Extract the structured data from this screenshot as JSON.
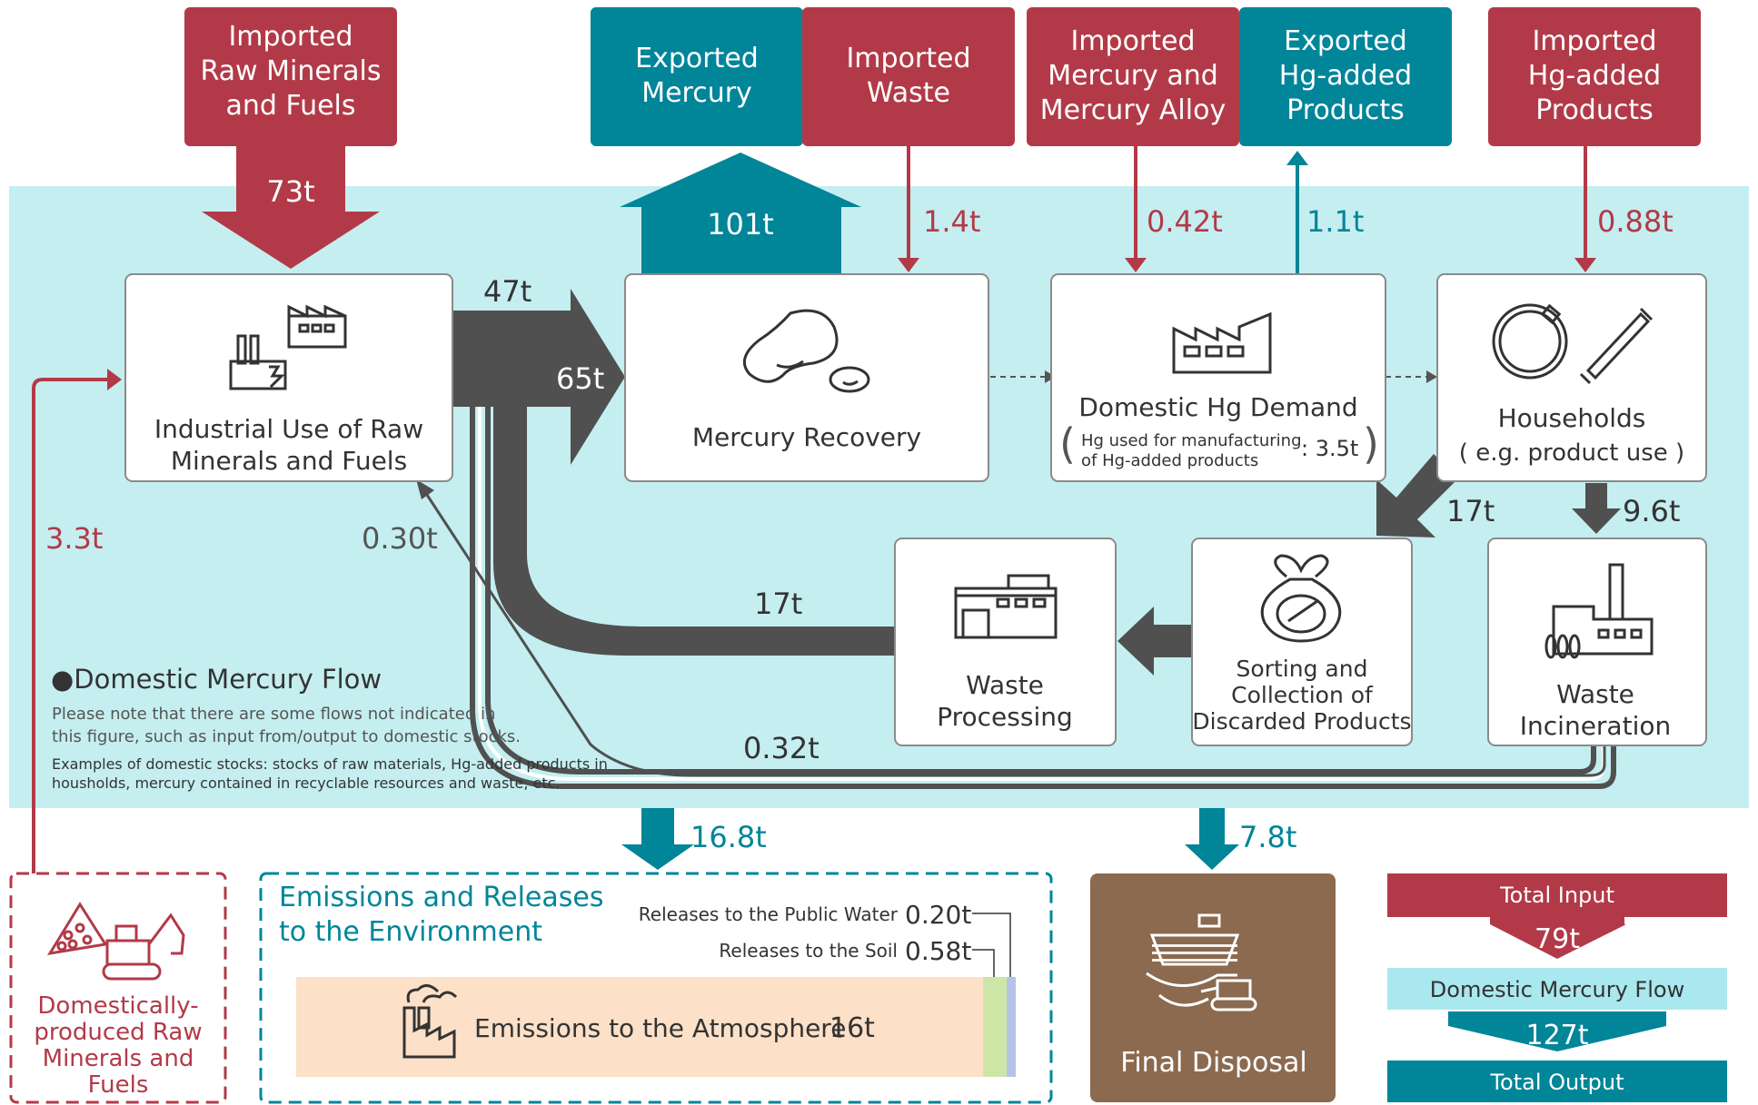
{
  "colors": {
    "import_red": "#b23a48",
    "export_teal": "#008599",
    "domestic_bg": "#c5eef0",
    "flow_dark": "#505050",
    "disposal_brown": "#8b6a4f",
    "atmosphere": "#fde0c8",
    "soil": "#cde6a6",
    "water": "#b6c3e8"
  },
  "top_boxes": {
    "imported_raw": "Imported\nRaw Minerals\nand Fuels",
    "exported_mercury": "Exported\nMercury",
    "imported_waste": "Imported\nWaste",
    "imported_mercury_alloy": "Imported\nMercury and\nMercury Alloy",
    "exported_hg_products": "Exported\nHg-added\nProducts",
    "imported_hg_products": "Imported\nHg-added\nProducts"
  },
  "flows": {
    "imported_raw": "73t",
    "exported_mercury": "101t",
    "imported_waste": "1.4t",
    "imported_alloy": "0.42t",
    "exported_products": "1.1t",
    "imported_products": "0.88t",
    "industrial_to_recovery": "47t",
    "recovery_input": "65t",
    "households_to_sorting": "17t",
    "households_to_incineration": "9.6t",
    "processing_to_recovery": "17t",
    "incineration_to_industrial": "0.30t",
    "incineration_to_recovery": "0.32t",
    "domestic_raw": "3.3t",
    "to_environment": "16.8t",
    "to_disposal": "7.8t"
  },
  "nodes": {
    "industrial": "Industrial Use of Raw\nMinerals and Fuels",
    "recovery": "Mercury Recovery",
    "demand_title": "Domestic Hg Demand",
    "demand_note": "Hg used for manufacturing\nof Hg-added products",
    "demand_value": ": 3.5t",
    "households_title": "Households",
    "households_note": "( e.g. product use )",
    "waste_processing": "Waste\nProcessing",
    "sorting": "Sorting and\nCollection of\nDiscarded Products",
    "incineration": "Waste\nIncineration"
  },
  "legend": {
    "title": "●Domestic Mercury Flow",
    "note": "Please note that there are some flows not indicated in\nthis figure, such as input from/output to domestic stocks.",
    "example": "Examples of domestic stocks: stocks of raw materials, Hg-added products in\nhousholds, mercury contained in recyclable resources and waste, etc."
  },
  "bottom": {
    "domestic_raw": "Domestically-\nproduced Raw\nMinerals and\nFuels",
    "emissions_title": "Emissions and Releases\nto the Environment",
    "water_label": "Releases to the Public Water",
    "water_value": "0.20t",
    "soil_label": "Releases to the Soil",
    "soil_value": "0.58t",
    "atmosphere_label": "Emissions to the Atmosphere",
    "atmosphere_value": "16t",
    "disposal": "Final Disposal"
  },
  "summary": {
    "total_input_label": "Total Input",
    "total_input_value": "79t",
    "domestic_label": "Domestic Mercury Flow",
    "domestic_value": "127t",
    "total_output_label": "Total Output"
  }
}
